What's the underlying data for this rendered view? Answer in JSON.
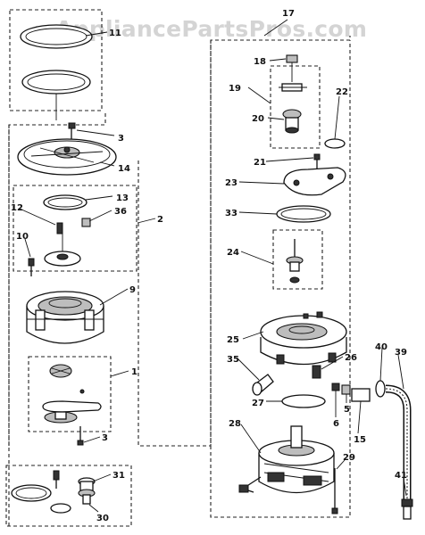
{
  "watermark": "AppliancePartsPros.com",
  "callouts": [
    {
      "id": "c-11",
      "text": "11"
    },
    {
      "id": "c-3a",
      "text": "3"
    },
    {
      "id": "c-14",
      "text": "14"
    },
    {
      "id": "c-13",
      "text": "13"
    },
    {
      "id": "c-12",
      "text": "12"
    },
    {
      "id": "c-36",
      "text": "36"
    },
    {
      "id": "c-2",
      "text": "2"
    },
    {
      "id": "c-10",
      "text": "10"
    },
    {
      "id": "c-9",
      "text": "9"
    },
    {
      "id": "c-1",
      "text": "1"
    },
    {
      "id": "c-3b",
      "text": "3"
    },
    {
      "id": "c-31",
      "text": "31"
    },
    {
      "id": "c-30",
      "text": "30"
    },
    {
      "id": "c-17",
      "text": "17"
    },
    {
      "id": "c-18",
      "text": "18"
    },
    {
      "id": "c-19",
      "text": "19"
    },
    {
      "id": "c-20",
      "text": "20"
    },
    {
      "id": "c-22",
      "text": "22"
    },
    {
      "id": "c-21",
      "text": "21"
    },
    {
      "id": "c-23",
      "text": "23"
    },
    {
      "id": "c-33",
      "text": "33"
    },
    {
      "id": "c-24",
      "text": "24"
    },
    {
      "id": "c-25",
      "text": "25"
    },
    {
      "id": "c-26",
      "text": "26"
    },
    {
      "id": "c-35",
      "text": "35"
    },
    {
      "id": "c-40",
      "text": "40"
    },
    {
      "id": "c-39",
      "text": "39"
    },
    {
      "id": "c-27",
      "text": "27"
    },
    {
      "id": "c-6",
      "text": "6"
    },
    {
      "id": "c-5",
      "text": "5"
    },
    {
      "id": "c-15",
      "text": "15"
    },
    {
      "id": "c-28",
      "text": "28"
    },
    {
      "id": "c-29",
      "text": "29"
    },
    {
      "id": "c-41",
      "text": "41"
    }
  ]
}
